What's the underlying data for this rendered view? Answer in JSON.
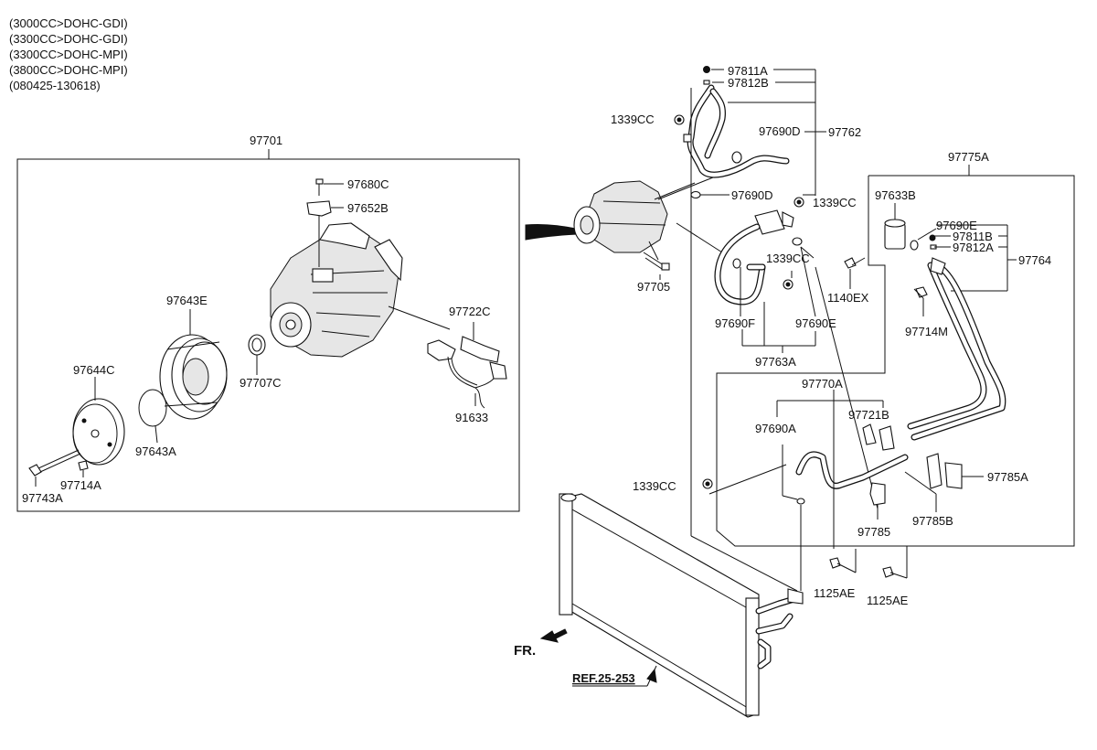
{
  "header_lines": [
    "(3000CC>DOHC-GDI)",
    "(3300CC>DOHC-GDI)",
    "(3300CC>DOHC-MPI)",
    "(3800CC>DOHC-MPI)",
    "(080425-130618)"
  ],
  "parts": {
    "p97701": "97701",
    "p97680C": "97680C",
    "p97652B": "97652B",
    "p97643E": "97643E",
    "p97722C": "97722C",
    "p97644C": "97644C",
    "p97707C": "97707C",
    "p91633": "91633",
    "p97643A": "97643A",
    "p97714A": "97714A",
    "p97743A": "97743A",
    "p97811A": "97811A",
    "p97812B": "97812B",
    "p1339CC_a": "1339CC",
    "p97690D_a": "97690D",
    "p97762": "97762",
    "p97690D_b": "97690D",
    "p1339CC_b": "1339CC",
    "p97705": "97705",
    "p1339CC_c": "1339CC",
    "p97690F": "97690F",
    "p97690E_a": "97690E",
    "p97763A": "97763A",
    "p97775A": "97775A",
    "p97633B": "97633B",
    "p97690E_b": "97690E",
    "p97811B": "97811B",
    "p97812A": "97812A",
    "p97764": "97764",
    "p1140EX": "1140EX",
    "p97714M": "97714M",
    "p97770A": "97770A",
    "p97690A": "97690A",
    "p97721B": "97721B",
    "p1339CC_d": "1339CC",
    "p97785A": "97785A",
    "p97785": "97785",
    "p97785B": "97785B",
    "p1125AE_a": "1125AE",
    "p1125AE_b": "1125AE"
  },
  "fr_label": "FR.",
  "ref_label": "REF.25-253"
}
